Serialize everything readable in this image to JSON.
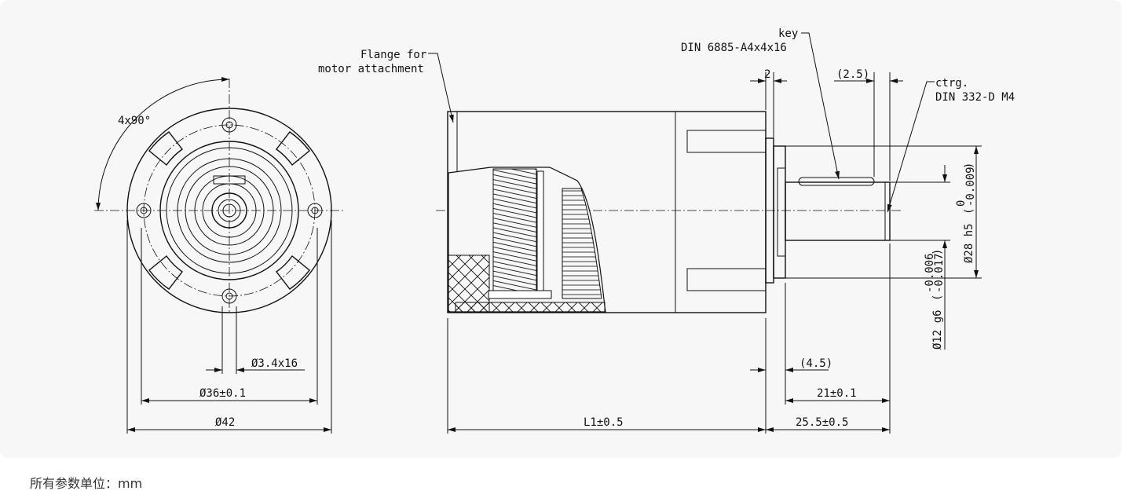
{
  "drawing": {
    "labels": {
      "flange_line1": "Flange for",
      "flange_line2": "motor attachment",
      "key_line1": "key",
      "key_line2": "DIN 6885-A4x4x16",
      "ctrg_line1": "ctrg.",
      "ctrg_line2": "DIN 332-D M4",
      "angle": "4x90°"
    },
    "dimensions": {
      "hole": "Ø3.4x16",
      "bolt_circle": "Ø36±0.1",
      "outer": "Ø42",
      "length": "L1±0.5",
      "shaft_total": "25.5±0.5",
      "shaft_len": "21±0.1",
      "offset": "(4.5)",
      "flange_thk": "2",
      "key_offset": "(2.5)",
      "shaft_dia": "Ø12 g6",
      "shaft_tol_upper": "-0.006",
      "shaft_tol_lower": "-0.017",
      "collar_dia": "Ø28 h5",
      "collar_tol_upper": "0",
      "collar_tol_lower": "-0.009"
    }
  },
  "footer": {
    "units_note": "所有参数单位：mm"
  }
}
